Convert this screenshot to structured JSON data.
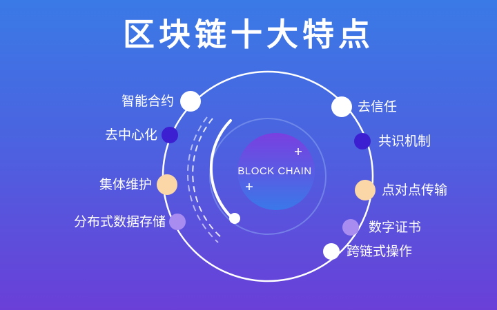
{
  "title": "区块链十大特点",
  "center_label": "BLOCK CHAIN",
  "colors": {
    "white_dot": "#ffffff",
    "navy_dot": "#3b1fd0",
    "peach_dot": "#fbd6a6",
    "lilac_dot": "#a98cf0"
  },
  "features_left": [
    {
      "label": "智能合约",
      "dot": "white"
    },
    {
      "label": "去中心化",
      "dot": "navy"
    },
    {
      "label": "集体维护",
      "dot": "peach"
    },
    {
      "label": "分布式数据存储",
      "dot": "lilac"
    }
  ],
  "features_right": [
    {
      "label": "去信任",
      "dot": "white"
    },
    {
      "label": "共识机制",
      "dot": "navy"
    },
    {
      "label": "点对点传输",
      "dot": "peach"
    },
    {
      "label": "数字证书",
      "dot": "lilac"
    },
    {
      "label": "跨链式操作",
      "dot": "white"
    }
  ]
}
